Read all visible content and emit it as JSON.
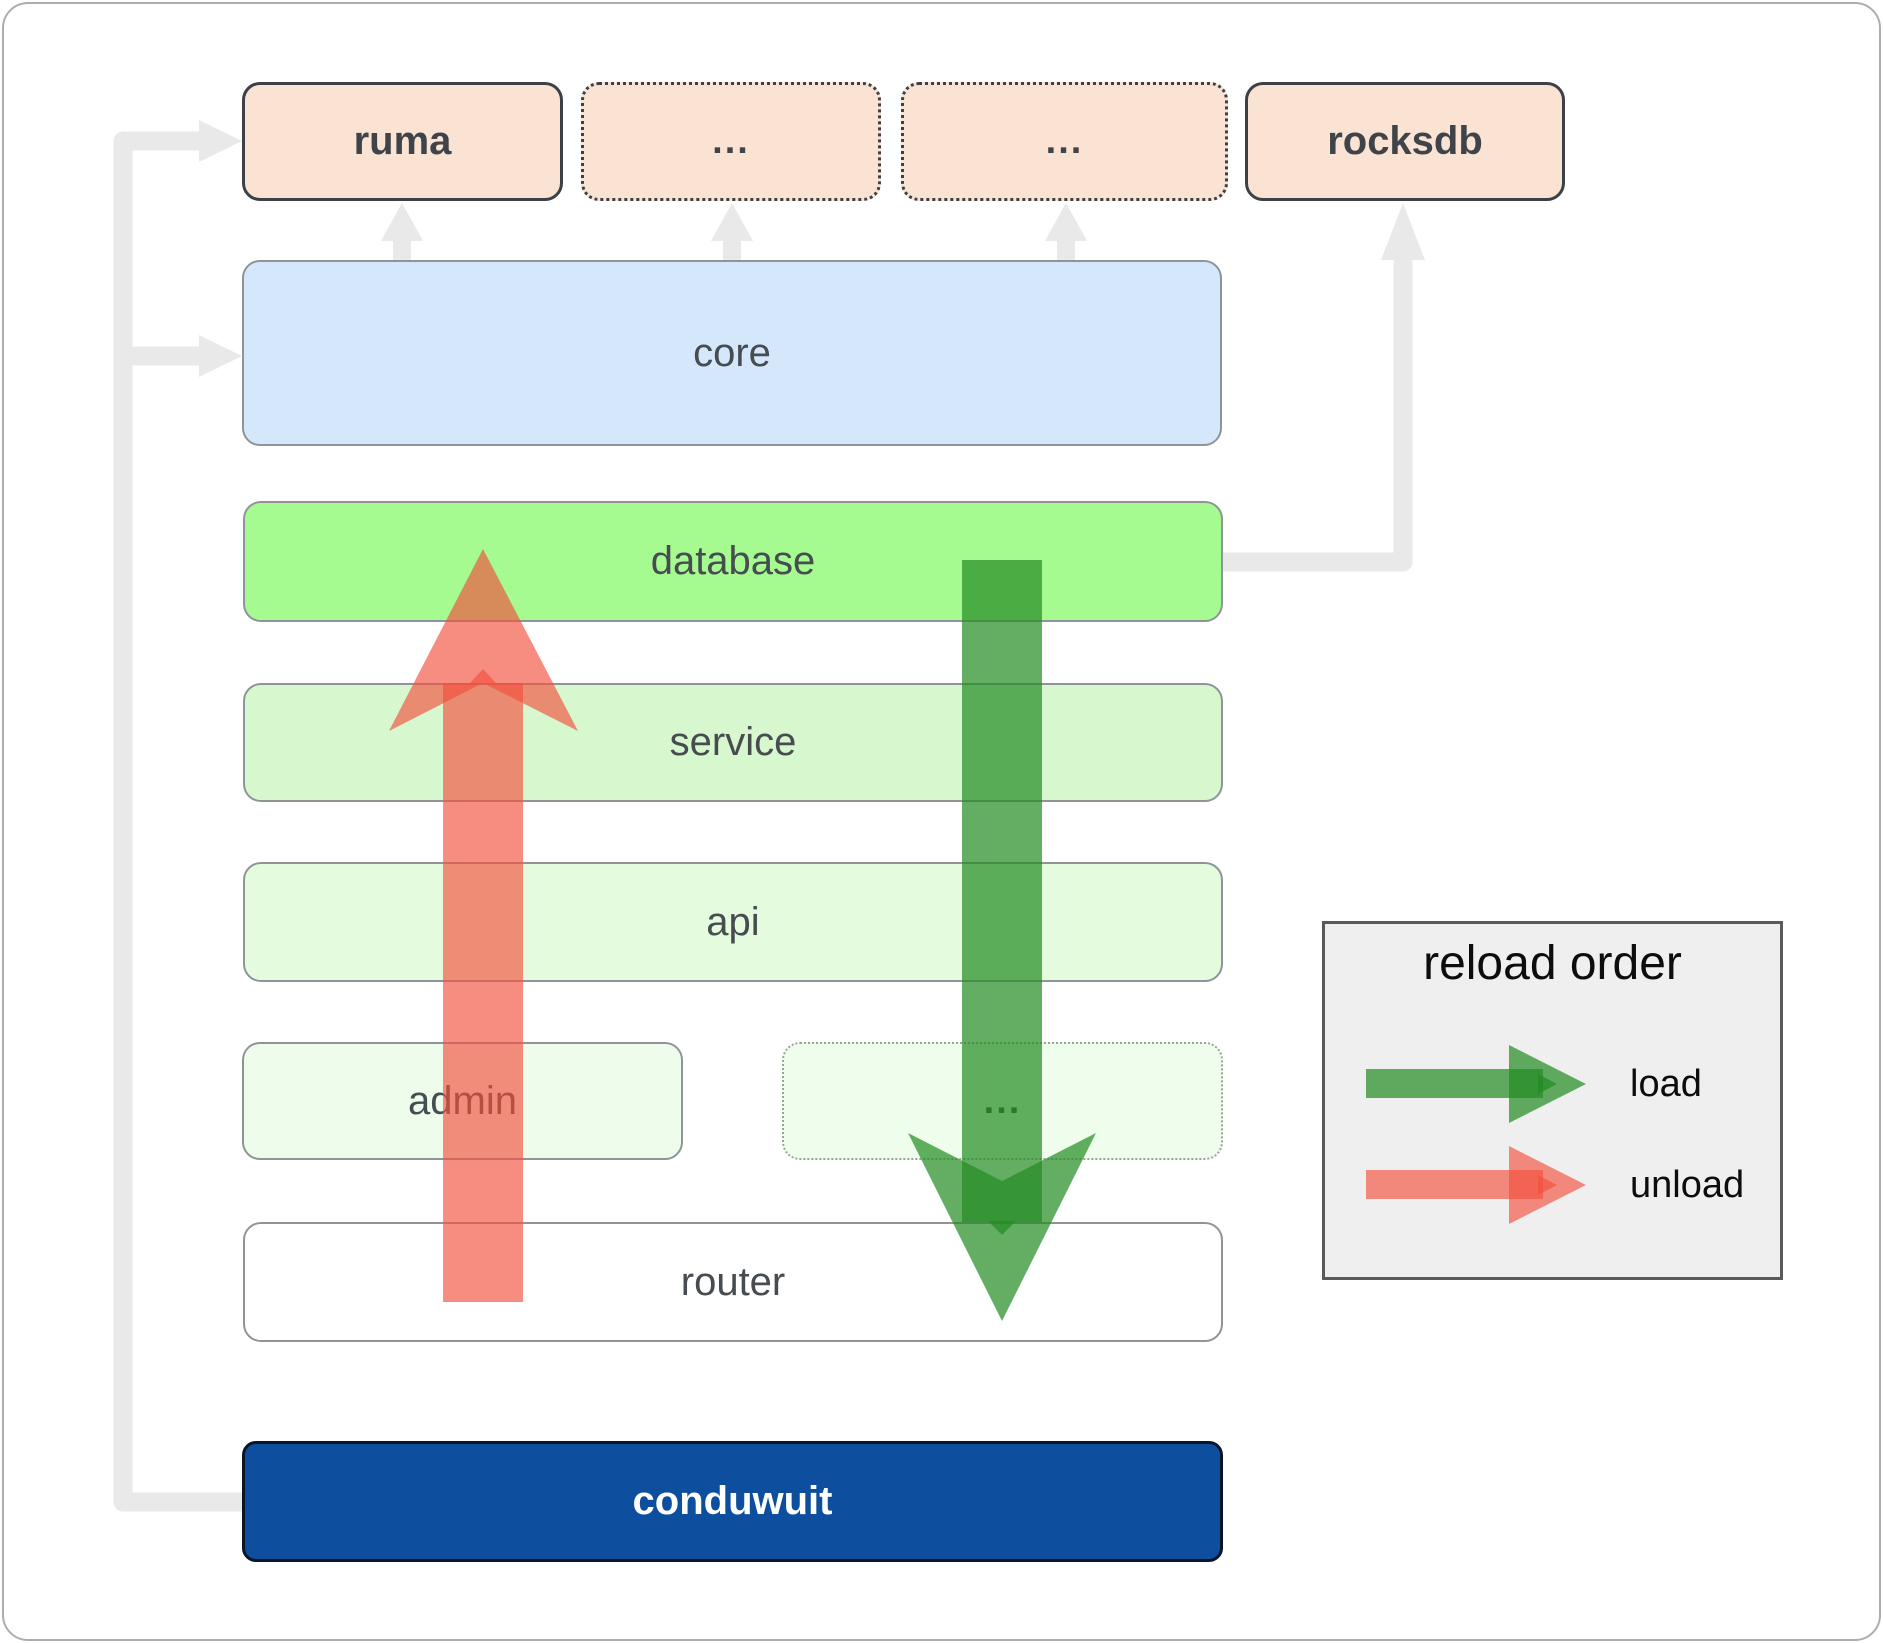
{
  "nodes": {
    "ruma": {
      "label": "ruma"
    },
    "dots_top_1": {
      "label": "..."
    },
    "dots_top_2": {
      "label": "..."
    },
    "rocksdb": {
      "label": "rocksdb"
    },
    "core": {
      "label": "core"
    },
    "database": {
      "label": "database"
    },
    "service": {
      "label": "service"
    },
    "api": {
      "label": "api"
    },
    "admin": {
      "label": "admin"
    },
    "dots_mid": {
      "label": "..."
    },
    "router": {
      "label": "router"
    },
    "conduwuit": {
      "label": "conduwuit"
    }
  },
  "legend": {
    "title": "reload order",
    "load_label": "load",
    "unload_label": "unload"
  },
  "colors": {
    "load_arrow": "#228b22",
    "unload_arrow": "#f3503e",
    "connector_gray": "#e9e9e9",
    "crate_fill": "#fbe3d4",
    "core_fill": "#d5e8fb",
    "database_fill": "#a5fa90",
    "service_fill": "#d7f8ce",
    "api_fill": "#e4fbde",
    "admin_fill": "#eefcec",
    "conduwuit_fill": "#0d4f9e",
    "legend_bg": "#efefef"
  }
}
